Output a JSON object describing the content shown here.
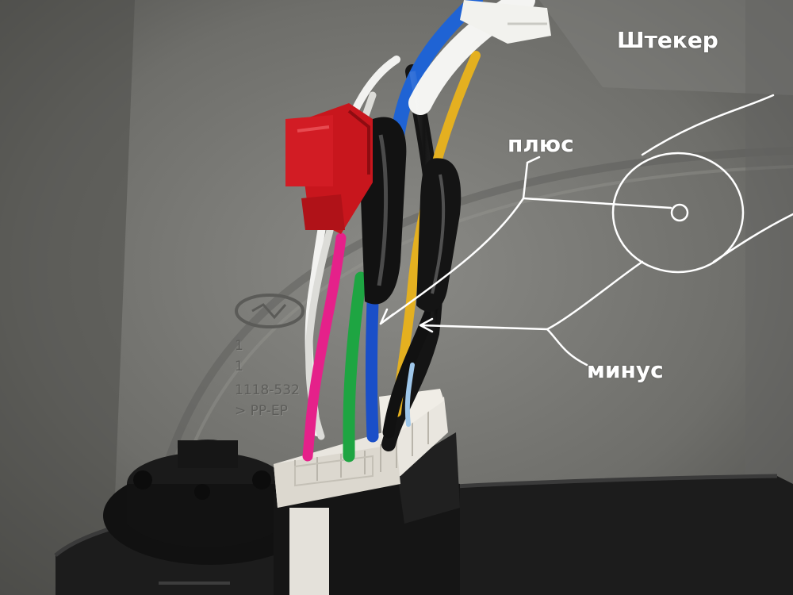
{
  "annotations": {
    "plug_label": "Штекер",
    "plus_label": "плюс",
    "minus_label": "минус"
  },
  "embossed_text": {
    "line1": "1",
    "line2": "1",
    "line3": "1118-532",
    "line4": "> PP-EP"
  },
  "colors": {
    "panel": "#6f6f6b",
    "annotation": "#ffffff",
    "red_clip": "#c8161d"
  }
}
